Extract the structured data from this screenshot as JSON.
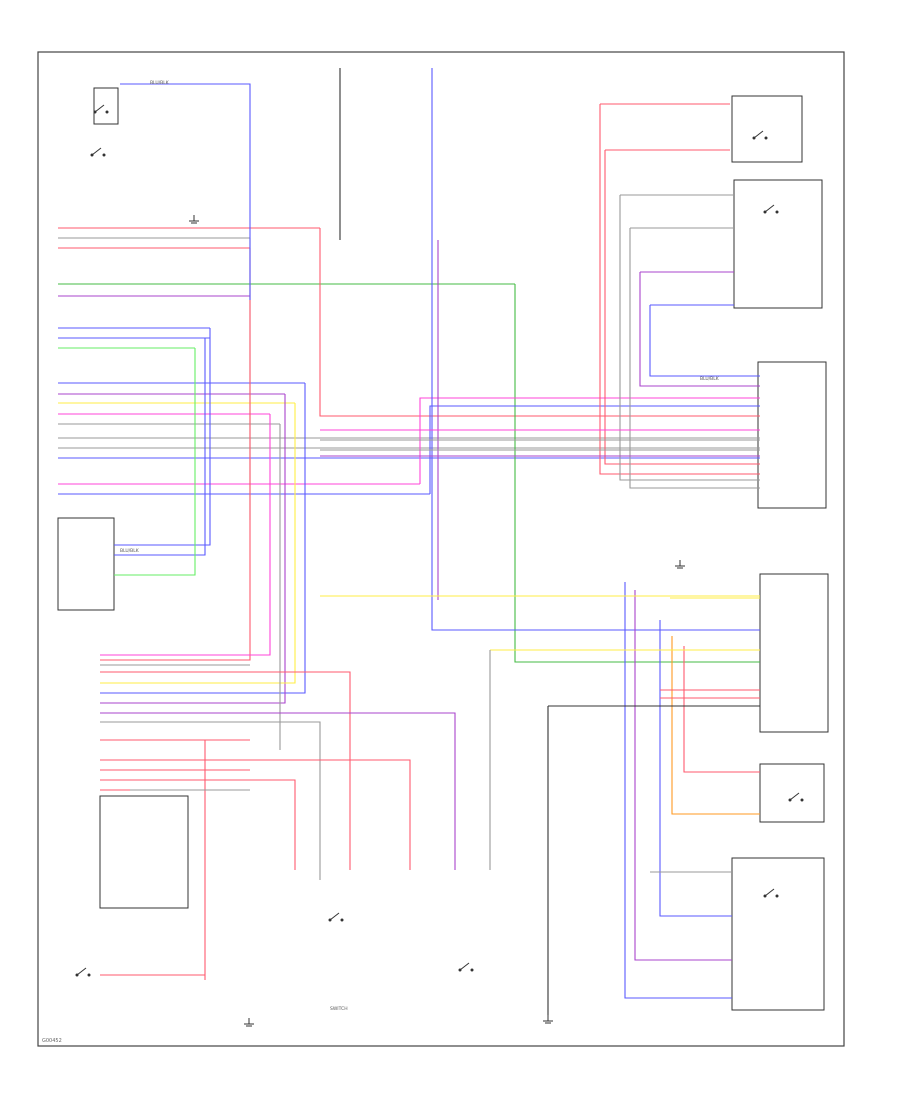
{
  "footer": {
    "code": "G00452"
  },
  "colors": {
    "red": "#ff5a6e",
    "pink": "#ff44d8",
    "blue": "#5a5aff",
    "green": "#44bb44",
    "lightgreen": "#66ee66",
    "yellow": "#ffee44",
    "orange": "#ff9922",
    "purple": "#aa44cc",
    "gray": "#999999",
    "black": "#333333"
  },
  "labels": {
    "wire": "BLU/BLK",
    "component": "SWITCH"
  }
}
